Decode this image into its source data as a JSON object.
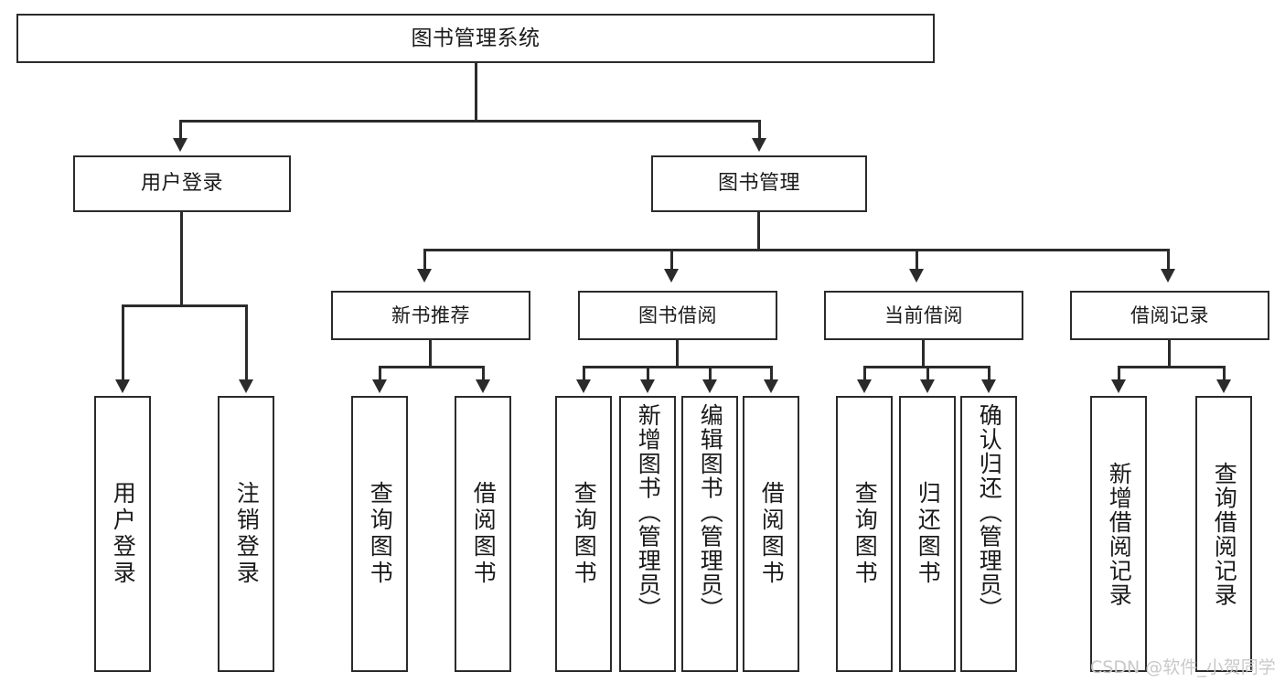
{
  "diagram": {
    "title": "图书管理系统",
    "type": "tree",
    "root": {
      "label": "图书管理系统"
    },
    "level2": [
      {
        "label": "用户登录"
      },
      {
        "label": "图书管理"
      }
    ],
    "level3": [
      {
        "label": "新书推荐"
      },
      {
        "label": "图书借阅"
      },
      {
        "label": "当前借阅"
      },
      {
        "label": "借阅记录"
      }
    ],
    "leaves": {
      "user_login": [
        {
          "label": "用户登录"
        },
        {
          "label": "注销登录"
        }
      ],
      "new_book_recommend": [
        {
          "label": "查询图书"
        },
        {
          "label": "借阅图书"
        }
      ],
      "book_borrow": [
        {
          "label": "查询图书"
        },
        {
          "label": "新增图书（管理员）"
        },
        {
          "label": "编辑图书（管理员）"
        },
        {
          "label": "借阅图书"
        }
      ],
      "current_borrow": [
        {
          "label": "查询图书"
        },
        {
          "label": "归还图书"
        },
        {
          "label": "确认归还（管理员）"
        }
      ],
      "borrow_record": [
        {
          "label": "新增借阅记录"
        },
        {
          "label": "查询借阅记录"
        }
      ]
    }
  },
  "watermark": {
    "text": "CSDN @软件_小贺同学"
  },
  "colors": {
    "stroke": "#2b2b2b",
    "background": "#ffffff",
    "text": "#1a1a1a",
    "watermark": "#c9c9c9"
  }
}
